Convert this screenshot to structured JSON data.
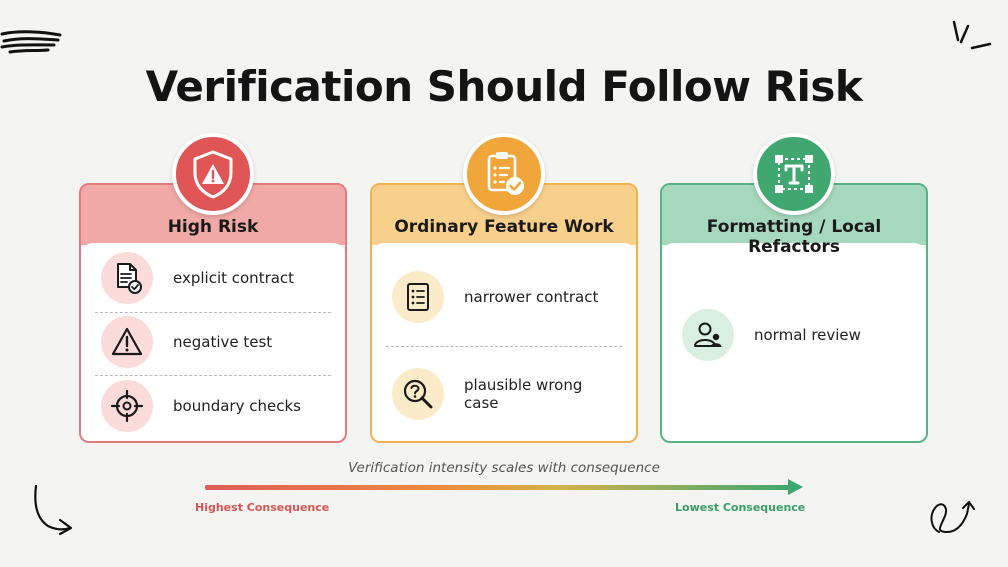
{
  "title": "Verification Should Follow Risk",
  "colors": {
    "high": "#e05555",
    "ordinary": "#f0a63a",
    "low": "#3fa76f",
    "background": "#f4f4f2"
  },
  "cards": [
    {
      "title": "High Risk",
      "badge_icon": "shield-warning-icon",
      "items": [
        {
          "label": "explicit contract",
          "icon": "document-check-icon"
        },
        {
          "label": "negative test",
          "icon": "warning-triangle-icon"
        },
        {
          "label": "boundary checks",
          "icon": "crosshair-icon"
        }
      ]
    },
    {
      "title": "Ordinary Feature Work",
      "badge_icon": "clipboard-check-icon",
      "items": [
        {
          "label": "narrower contract",
          "icon": "checklist-icon"
        },
        {
          "label": "plausible wrong case",
          "icon": "magnifier-question-icon"
        }
      ]
    },
    {
      "title": "Formatting / Local Refactors",
      "badge_icon": "text-frame-icon",
      "items": [
        {
          "label": "normal review",
          "icon": "reviewer-icon"
        }
      ]
    }
  ],
  "scale": {
    "caption": "Verification intensity scales with consequence",
    "left_label": "Highest Consequence",
    "right_label": "Lowest Consequence"
  }
}
